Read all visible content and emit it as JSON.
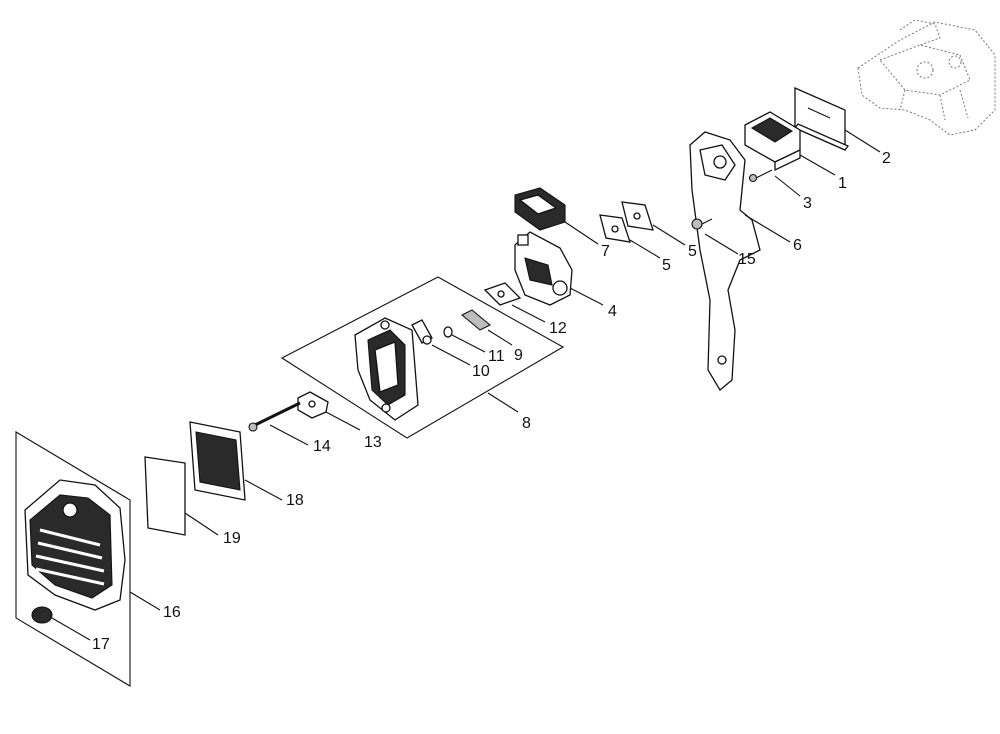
{
  "diagram": {
    "callouts": [
      {
        "id": "c1",
        "text": "1"
      },
      {
        "id": "c2",
        "text": "2"
      },
      {
        "id": "c3",
        "text": "3"
      },
      {
        "id": "c4",
        "text": "4"
      },
      {
        "id": "c5a",
        "text": "5"
      },
      {
        "id": "c5b",
        "text": "5"
      },
      {
        "id": "c6",
        "text": "6"
      },
      {
        "id": "c7",
        "text": "7"
      },
      {
        "id": "c8",
        "text": "8"
      },
      {
        "id": "c9",
        "text": "9"
      },
      {
        "id": "c10",
        "text": "10"
      },
      {
        "id": "c11",
        "text": "11"
      },
      {
        "id": "c12",
        "text": "12"
      },
      {
        "id": "c13",
        "text": "13"
      },
      {
        "id": "c14",
        "text": "14"
      },
      {
        "id": "c15",
        "text": "15"
      },
      {
        "id": "c16",
        "text": "16"
      },
      {
        "id": "c17",
        "text": "17"
      },
      {
        "id": "c18",
        "text": "18"
      },
      {
        "id": "c19",
        "text": "19"
      }
    ]
  }
}
